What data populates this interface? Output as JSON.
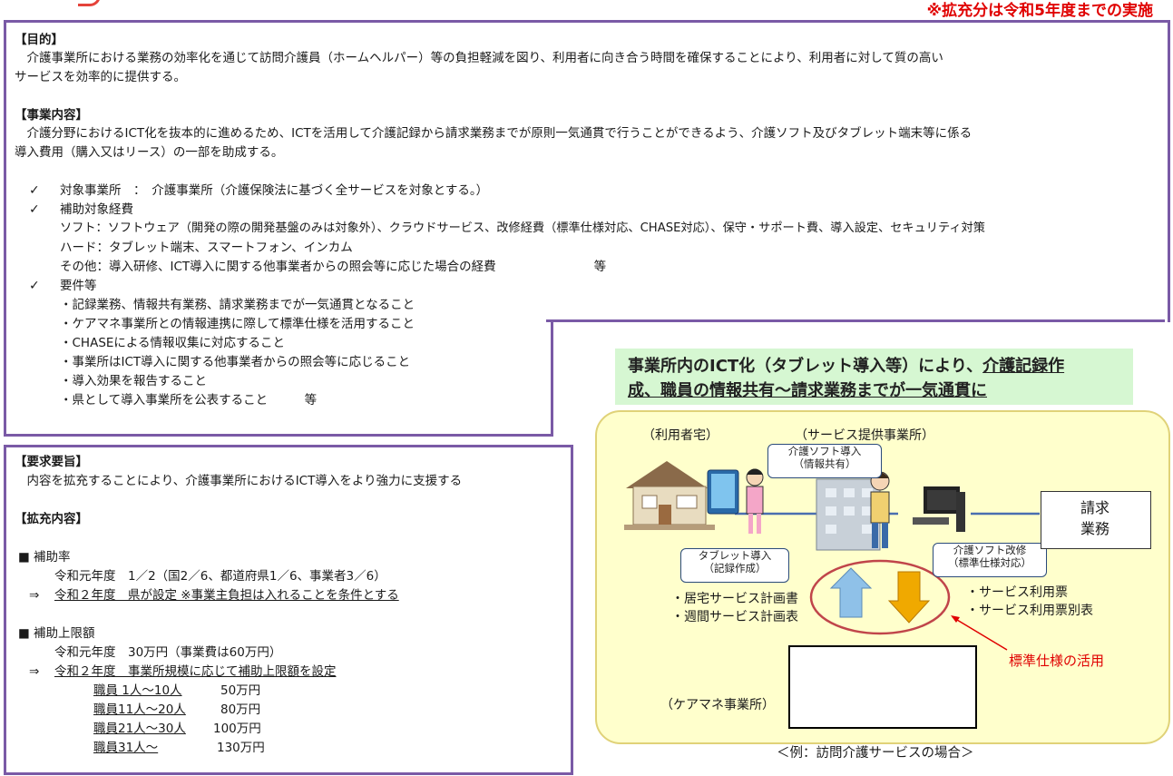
{
  "top_note": "※拡充分は令和5年度までの実施",
  "section1": {
    "purpose_heading": "【目的】",
    "purpose_lines": [
      "　介護事業所における業務の効率化を通じて訪問介護員（ホームヘルパー）等の負担軽減を図り、利用者に向き合う時間を確保することにより、利用者に対して質の高い",
      "サービスを効率的に提供する。"
    ],
    "content_heading": "【事業内容】",
    "content_lines": [
      "　介護分野におけるICT化を抜本的に進めるため、ICTを活用して介護記録から請求業務までが原則一気通貫で行うことができるよう、介護ソフト及びタブレット端末等に係る",
      "導入費用（購入又はリース）の一部を助成する。"
    ],
    "check_mark": "✓",
    "target_label": "対象事業所　：　介護事業所（介護保険法に基づく全サービスを対象とする。）",
    "expense_label": "補助対象経費",
    "expense_lines": [
      "ソフト：ソフトウェア（開発の際の開発基盤のみは対象外）、クラウドサービス、改修経費（標準仕様対応、CHASE対応）、保守・サポート費、導入設定、セキュリティ対策",
      "ハード：タブレット端末、スマートフォン、インカム",
      "その他：導入研修、ICT導入に関する他事業者からの照会等に応じた場合の経費　　　　　　　　等"
    ],
    "requirements_label": "要件等",
    "requirement_lines": [
      "・記録業務、情報共有業務、請求業務までが一気通貫となること",
      "・ケアマネ事業所との情報連携に際して標準仕様を活用すること",
      "・CHASEによる情報収集に対応すること",
      "・事業所はICT導入に関する他事業者からの照会等に応じること",
      "・導入効果を報告すること",
      "・県として導入事業所を公表すること　　　等"
    ]
  },
  "section2": {
    "request_heading": "【要求要旨】",
    "request_text": "　内容を拡充することにより、介護事業所におけるICT導入をより強力に支援する",
    "expansion_heading": "【拡充内容】",
    "rate_heading": "■ 補助率",
    "rate_r1": "令和元年度　1／2（国2／6、都道府県1／6、事業者3／6）",
    "arrow": "⇒",
    "rate_r2": "令和２年度　県が設定 ※事業主負担は入れることを条件とする",
    "limit_heading": "■ 補助上限額",
    "limit_r1": "令和元年度　30万円（事業費は60万円）",
    "limit_r2": "令和２年度　事業所規模に応じて補助上限額を設定",
    "staff_rows": [
      {
        "range": "職員 1人～10人",
        "amount": "50万円"
      },
      {
        "range": "職員11人～20人",
        "amount": "80万円"
      },
      {
        "range": "職員21人～30人",
        "amount": "100万円"
      },
      {
        "range": "職員31人～",
        "amount": "130万円"
      }
    ]
  },
  "diagram": {
    "headline_line1": "事業所内のICT化（タブレット導入等）により、",
    "headline_line1_u": "介護記録作",
    "headline_line2_u": "成、職員の情報共有～請求業務までが一気通貫に",
    "user_home": "（利用者宅）",
    "provider": "（サービス提供事業所）",
    "callout_soft": [
      "介護ソフト導入",
      "（情報共有）"
    ],
    "callout_tablet": [
      "タブレット導入",
      "（記録作成）"
    ],
    "callout_modify": [
      "介護ソフト改修",
      "（標準仕様対応）"
    ],
    "billing": [
      "請求",
      "業務"
    ],
    "left_docs": [
      "・居宅サービス計画書",
      "・週間サービス計画表"
    ],
    "right_docs": [
      "・サービス利用票",
      "・サービス利用票別表"
    ],
    "standard_label": "標準仕様の活用",
    "caremanager": "（ケアマネ事業所）",
    "caption": "＜例：訪問介護サービスの場合＞",
    "colors": {
      "arrow_up": "#8fc1e8",
      "arrow_down": "#f0a900",
      "oval": "#c0454a",
      "standard": "#e00000"
    }
  }
}
